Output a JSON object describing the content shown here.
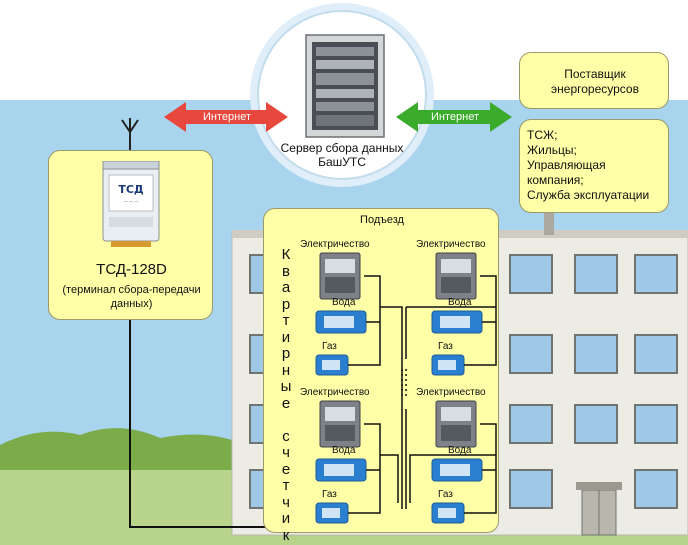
{
  "server": {
    "label_line1": "Сервер сбора данных",
    "label_line2": "БашУТС"
  },
  "links": {
    "left": "Интернет",
    "right": "Интернет"
  },
  "supplier": {
    "line1": "Поставщик",
    "line2": "энергоресурсов"
  },
  "consumers": [
    "ТСЖ;",
    "Жильцы;",
    "Управляющая",
    "компания;",
    "Служба эксплуатации"
  ],
  "terminal": {
    "title": "ТСД-128D",
    "desc_line1": "(терминал сбора-передачи",
    "desc_line2": "данных)",
    "device_logo": "ТСД"
  },
  "entrance": {
    "title": "Подъезд",
    "vertical_label": "Квартирные счетчики",
    "meters": {
      "electricity": "Электричество",
      "water": "Вода",
      "gas": "Газ"
    }
  },
  "colors": {
    "sky": "#a9d4ee",
    "panel": "#ffffa8",
    "left_arrow": "#e8473d",
    "right_arrow": "#3bab2c",
    "water_meter": "#2a7fd0"
  }
}
